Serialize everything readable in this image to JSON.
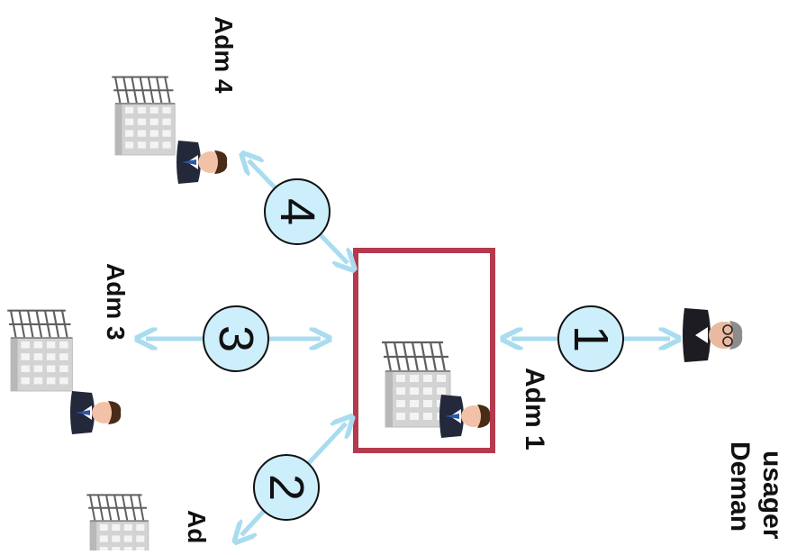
{
  "nodes": {
    "adm1": {
      "label": "Adm 1"
    },
    "adm2": {
      "label": "Ad"
    },
    "adm3": {
      "label": "Adm 3"
    },
    "adm4": {
      "label": "Adm 4"
    },
    "demandeur": {
      "label_line1": "usager",
      "label_line2": "Deman"
    }
  },
  "steps": [
    {
      "number": "1"
    },
    {
      "number": "2"
    },
    {
      "number": "3"
    },
    {
      "number": "4"
    }
  ],
  "colors": {
    "arrow": "#a9dcef",
    "circle_fill": "#cdeefb",
    "highlight_border": "#b43a4e",
    "building": "#c9c9c9",
    "roof": "#6f6f6f"
  }
}
